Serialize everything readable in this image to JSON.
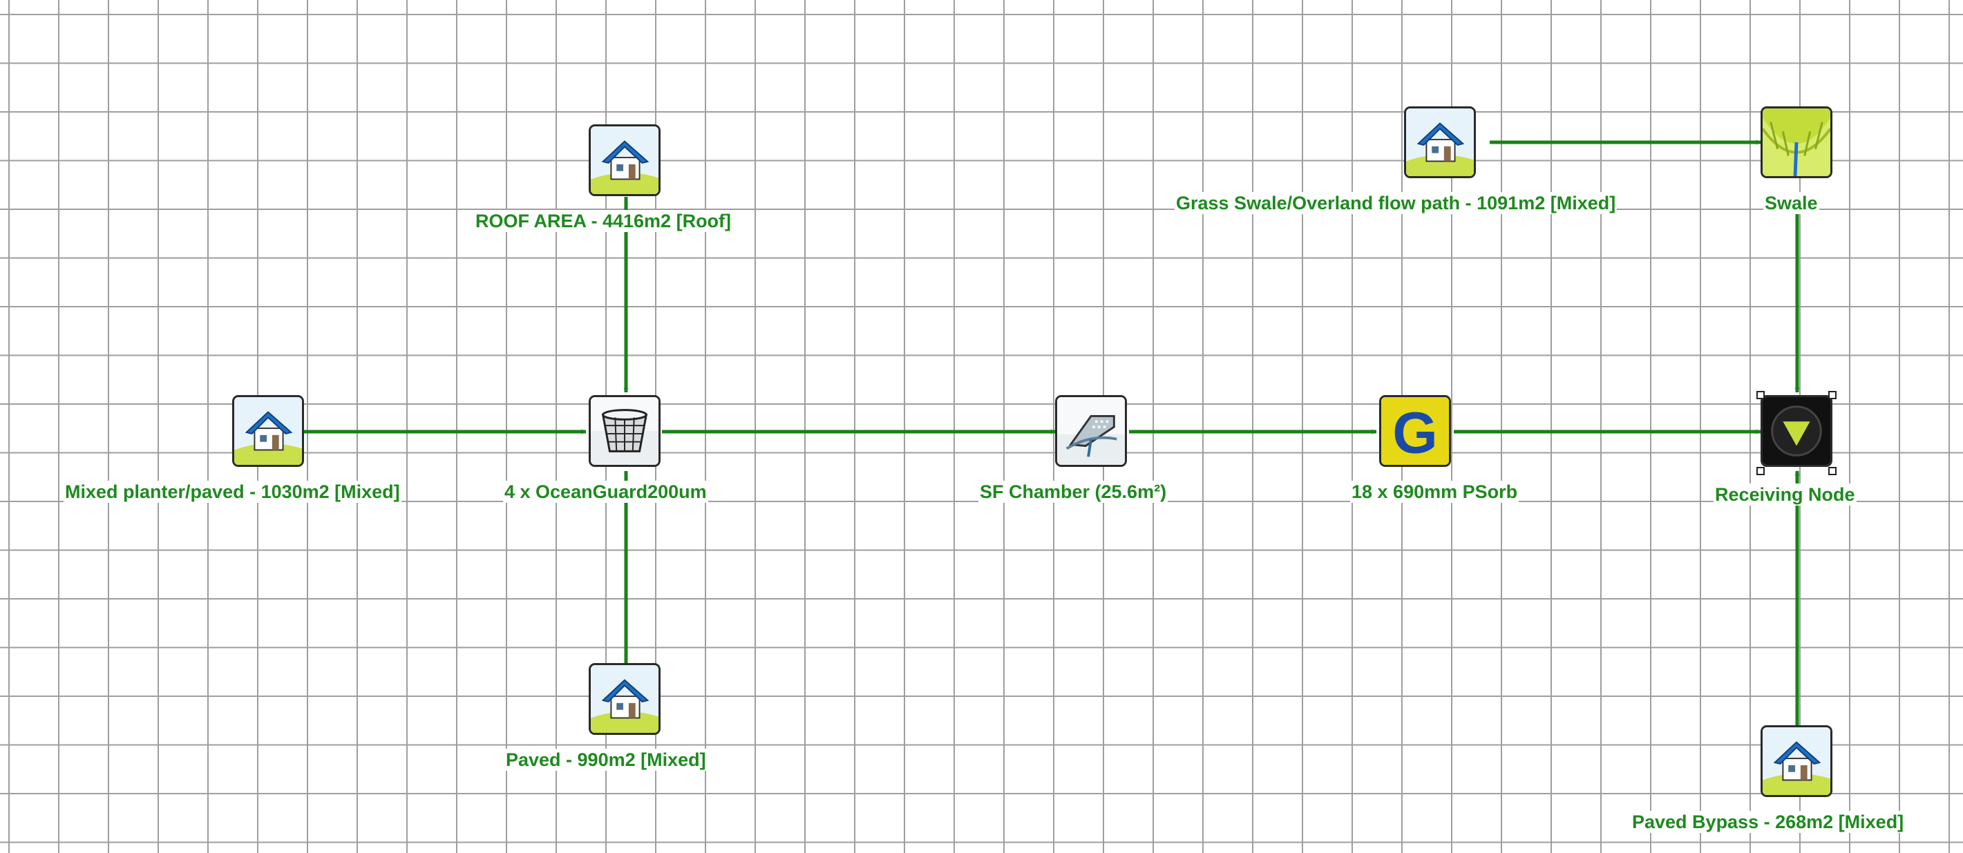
{
  "canvas": {
    "grid": true
  },
  "nodes": {
    "roof_area": {
      "label": "ROOF AREA - 4416m2  [Roof]",
      "icon": "house-icon"
    },
    "mixed_planter": {
      "label": "Mixed planter/paved - 1030m2 [Mixed]",
      "icon": "house-icon"
    },
    "paved": {
      "label": "Paved - 990m2 [Mixed]",
      "icon": "house-icon"
    },
    "grass_swale": {
      "label": "Grass Swale/Overland flow path - 1091m2 [Mixed]",
      "icon": "house-icon"
    },
    "paved_bypass": {
      "label": "Paved Bypass - 268m2 [Mixed]",
      "icon": "house-icon"
    },
    "oceanguard": {
      "label": "4 x OceanGuard200um",
      "icon": "filter-basket-icon"
    },
    "sf_chamber": {
      "label": "SF Chamber (25.6m²)",
      "icon": "chamber-icon"
    },
    "psorb": {
      "label": "18 x 690mm PSorb",
      "icon": "g-cartridge-icon",
      "glyph": "G"
    },
    "swale": {
      "label": "Swale",
      "icon": "swale-icon"
    },
    "receiving_node": {
      "label": "Receiving Node",
      "icon": "receiving-node-icon",
      "selected": true
    }
  },
  "colors": {
    "link": "#178217",
    "label_text": "#1e8a1e",
    "grid": "#9e9e9e",
    "node_border": "#2a2a2a",
    "house_roof": "#1f6fc4",
    "ground": "#c9e04a",
    "psorb_bg": "#e6d814",
    "psorb_letter": "#1a4aa8",
    "receiving_bg": "#111111",
    "receiving_triangle": "#c6dc3a"
  }
}
